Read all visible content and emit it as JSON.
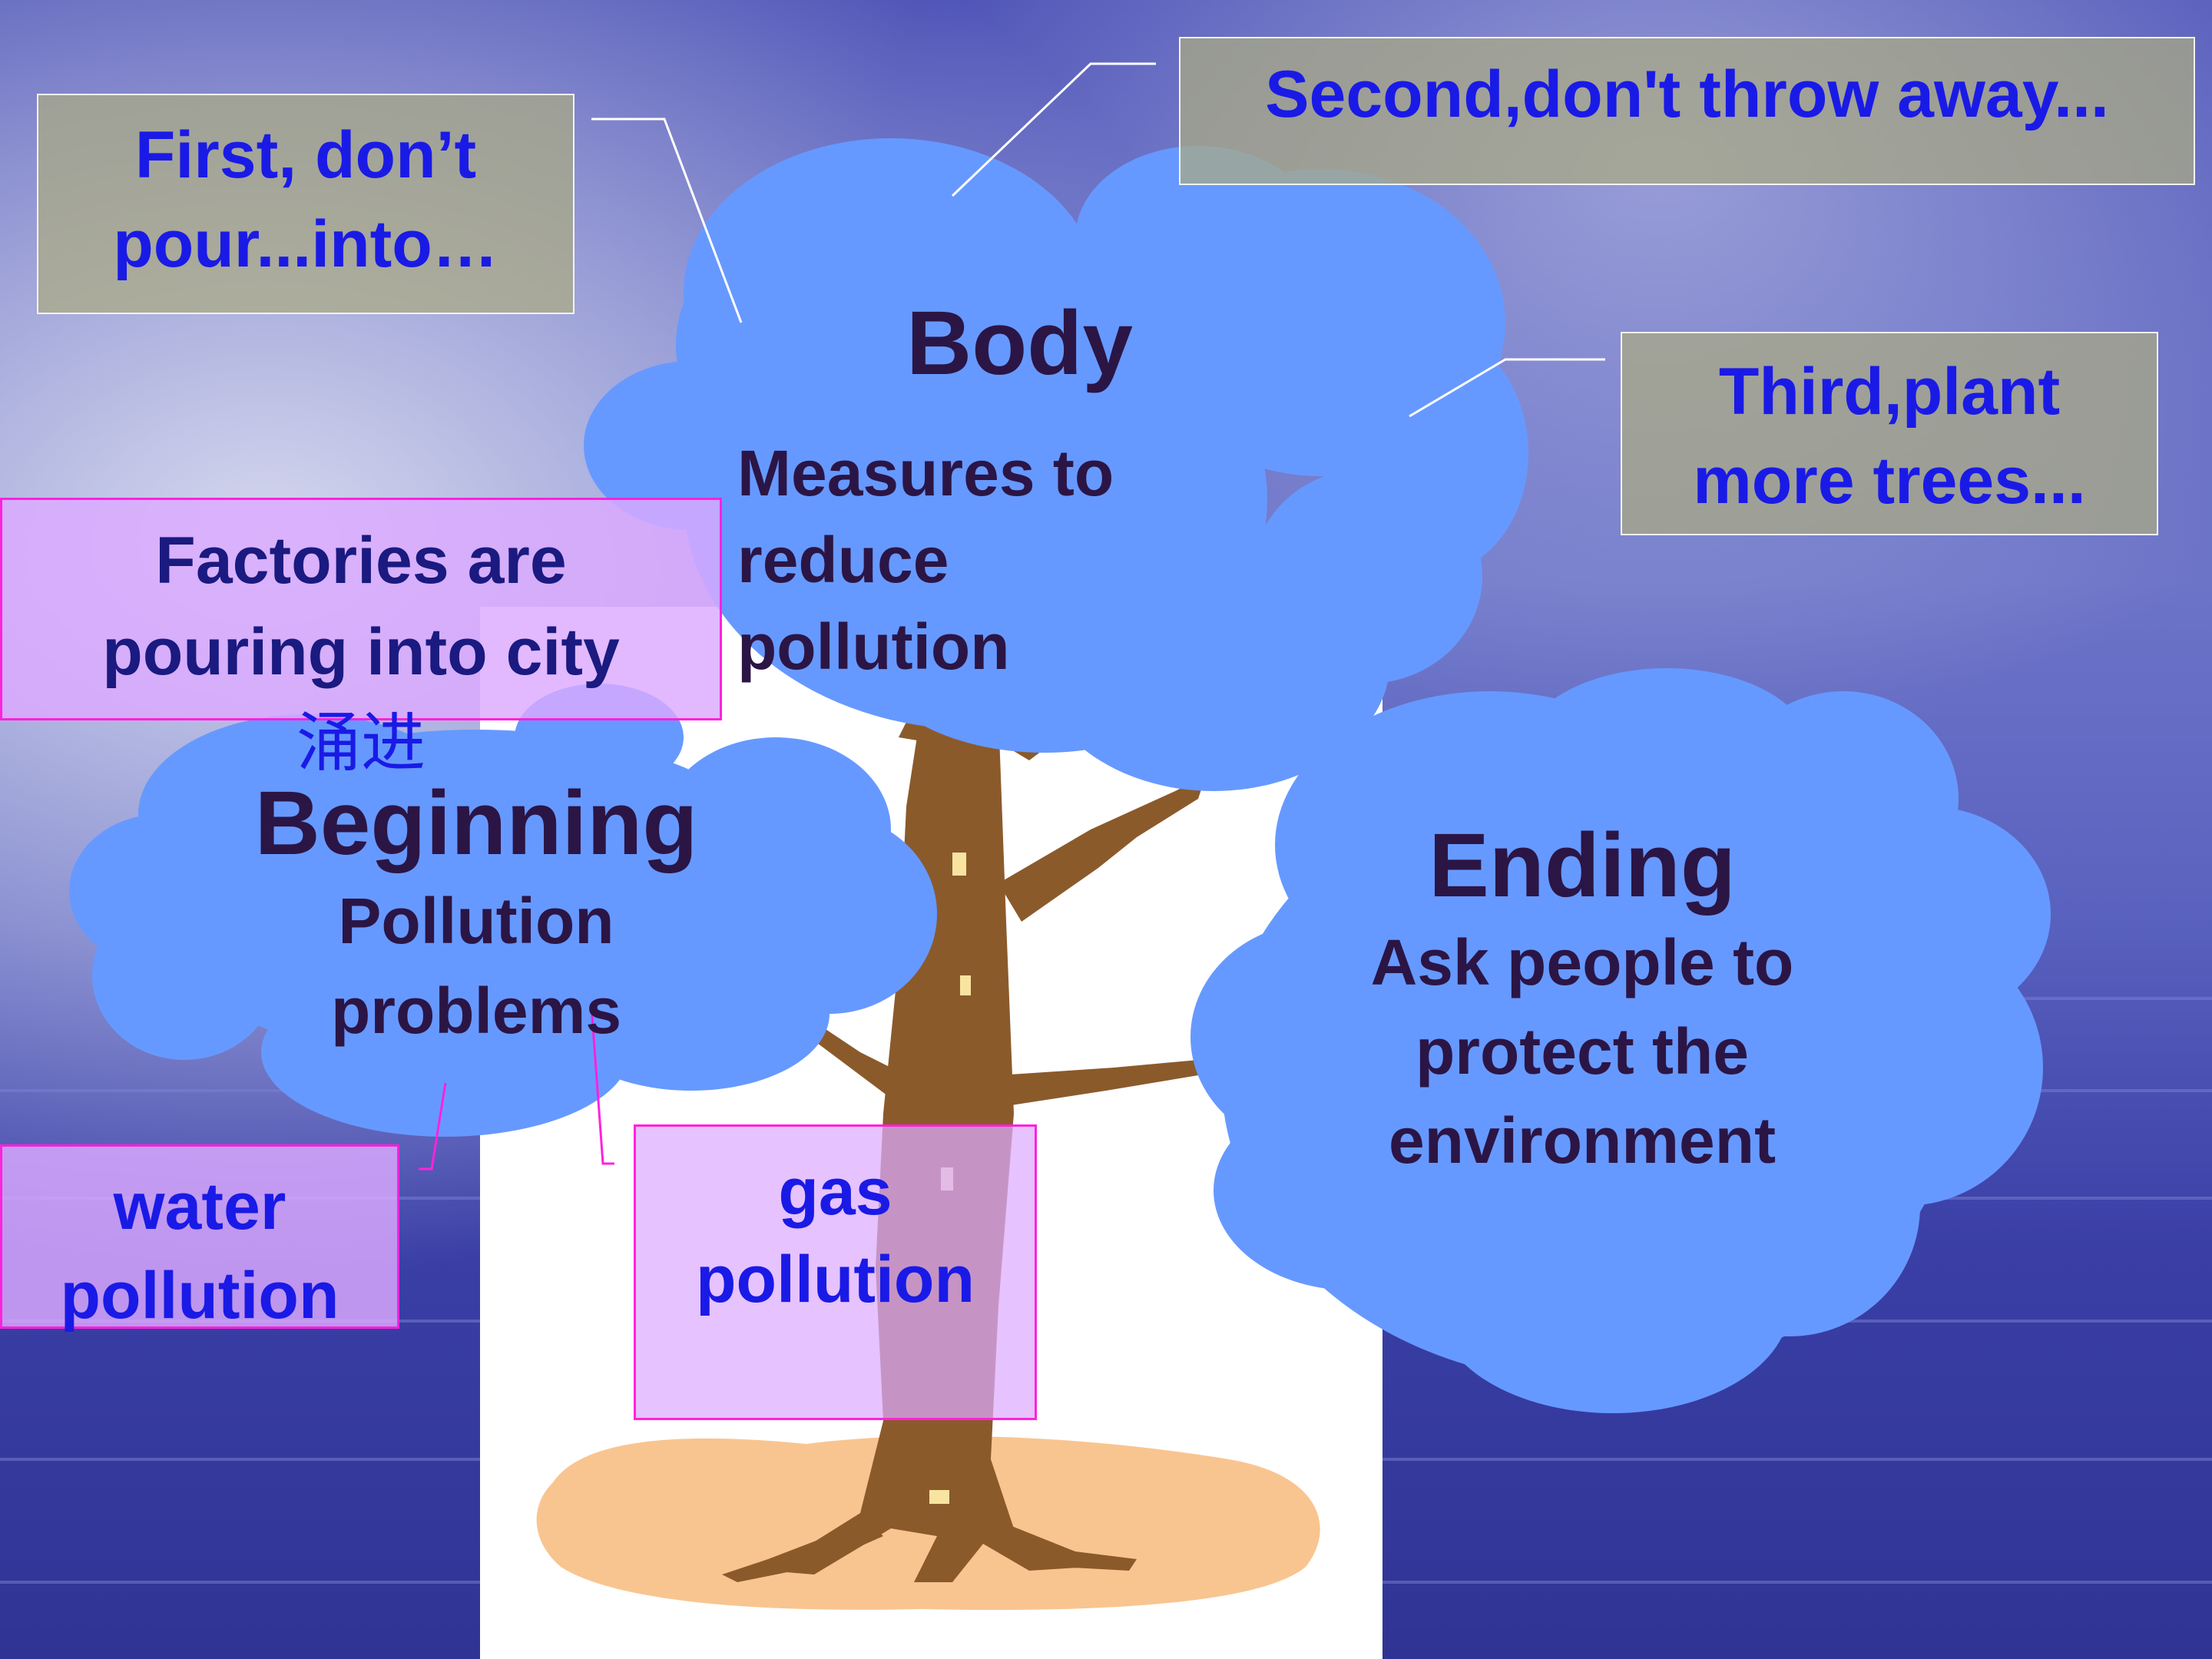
{
  "colors": {
    "background": "#4a4fb2",
    "cloud": "#6699ff",
    "label_text": "#1a1ae6",
    "cloud_text": "#2b1545",
    "gray_box": "#a9a985",
    "pink_box": "#dcaaff",
    "pink_border": "#ff22dd",
    "trunk": "#8b5a2b",
    "ground": "#f8c590"
  },
  "beginning": {
    "heading": "Beginning",
    "lines": [
      "Pollution",
      "problems"
    ]
  },
  "body": {
    "heading": "Body",
    "lines": [
      "Measures to",
      "reduce",
      "pollution"
    ]
  },
  "ending": {
    "heading": "Ending",
    "lines": [
      "Ask people to",
      "protect the",
      "environment"
    ]
  },
  "labels": {
    "first": [
      "First, don’t",
      "pour...into…"
    ],
    "second": [
      "Second,don't throw away..."
    ],
    "third": [
      "Third,plant",
      "more trees..."
    ],
    "factories": [
      "Factories are",
      "pouring into city"
    ],
    "factories_cn": "涌进",
    "water": [
      "water",
      "pollution"
    ],
    "gas": [
      "gas",
      "pollution"
    ]
  }
}
